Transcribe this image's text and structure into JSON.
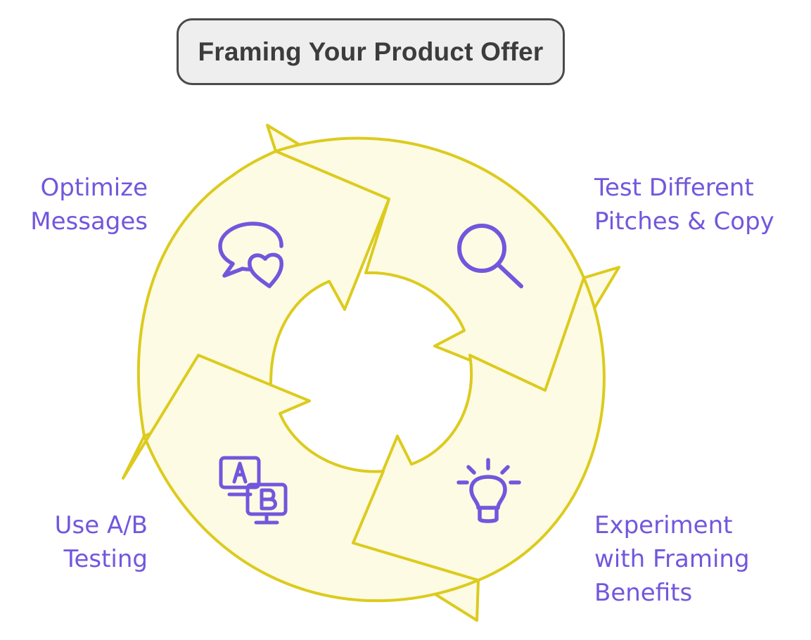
{
  "title": "Framing Your Product Offer",
  "steps": [
    {
      "label": "Optimize\nMessages",
      "icon": "chat-heart-icon"
    },
    {
      "label": "Test Different\nPitches & Copy",
      "icon": "magnifier-icon"
    },
    {
      "label": "Experiment\nwith Framing\nBenefits",
      "icon": "lightbulb-icon"
    },
    {
      "label": "Use A/B\nTesting",
      "icon": "ab-monitors-icon"
    }
  ],
  "colors": {
    "arrow_fill": "#fdfbe3",
    "arrow_stroke": "#dccb1e",
    "text": "#7257dd",
    "title_bg": "#eeeeee",
    "title_border": "#4a4a4a"
  }
}
